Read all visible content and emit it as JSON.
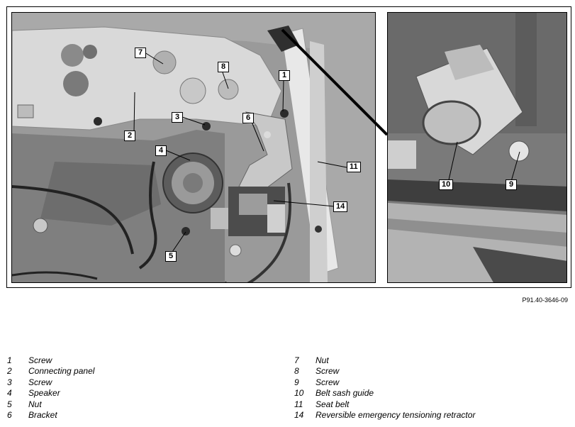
{
  "figure": {
    "id": "P91.40-3646-09",
    "callouts": [
      "1",
      "2",
      "3",
      "4",
      "5",
      "6",
      "7",
      "8",
      "9",
      "10",
      "11",
      "14"
    ]
  },
  "legend": {
    "left": [
      {
        "num": "1",
        "text": "Screw"
      },
      {
        "num": "2",
        "text": "Connecting panel"
      },
      {
        "num": "3",
        "text": "Screw"
      },
      {
        "num": "4",
        "text": "Speaker"
      },
      {
        "num": "5",
        "text": "Nut"
      },
      {
        "num": "6",
        "text": "Bracket"
      }
    ],
    "right": [
      {
        "num": "7",
        "text": "Nut"
      },
      {
        "num": "8",
        "text": "Screw"
      },
      {
        "num": "9",
        "text": "Screw"
      },
      {
        "num": "10",
        "text": "Belt sash guide"
      },
      {
        "num": "11",
        "text": "Seat belt"
      },
      {
        "num": "14",
        "text": "Reversible emergency tensioning retractor"
      }
    ]
  }
}
